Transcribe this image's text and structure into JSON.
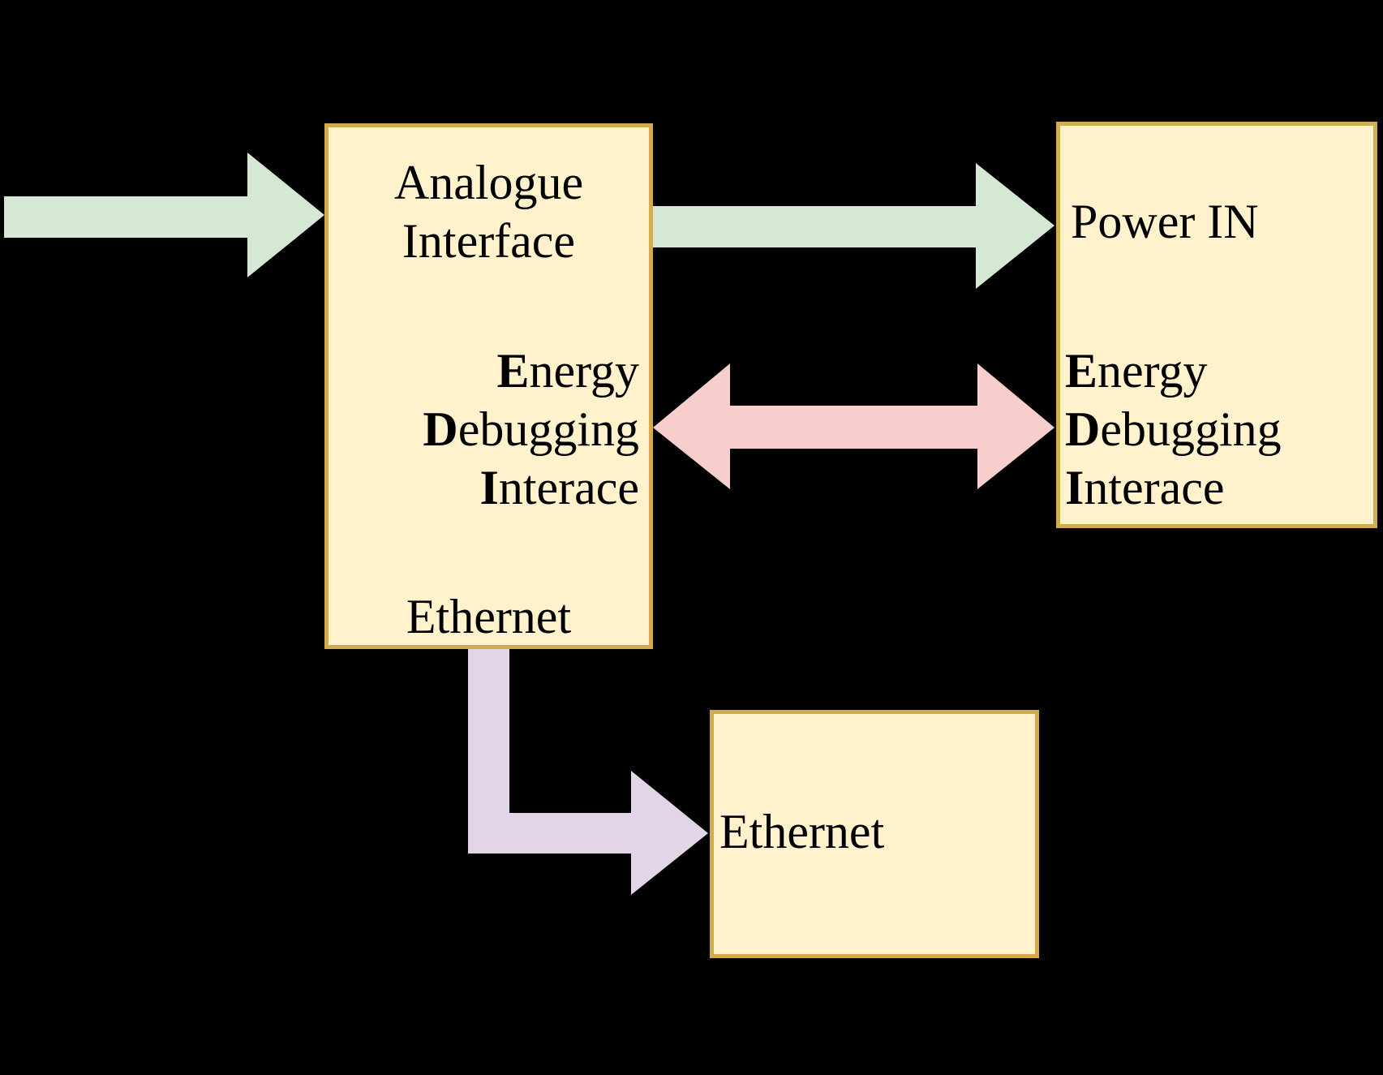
{
  "colors": {
    "background": "#000000",
    "box_fill": "#FFF2CC",
    "box_border": "#D2AC4E",
    "green_arrow": "#D5E8D4",
    "pink_arrow": "#F8CECC",
    "purple_arrow": "#E1D5E7",
    "text": "#000000"
  },
  "boxes": {
    "analogue": {
      "title_lines": [
        "Analogue",
        "Interface"
      ],
      "edi_lines": [
        {
          "bold": "E",
          "rest": "nergy"
        },
        {
          "bold": "D",
          "rest": "ebugging"
        },
        {
          "bold": "I",
          "rest": "nterace"
        }
      ],
      "port_label": "Ethernet"
    },
    "power": {
      "title": "Power IN",
      "edi_lines": [
        {
          "bold": "E",
          "rest": "nergy"
        },
        {
          "bold": "D",
          "rest": "ebugging"
        },
        {
          "bold": "I",
          "rest": "nterace"
        }
      ]
    },
    "ethernet": {
      "title": "Ethernet"
    }
  }
}
